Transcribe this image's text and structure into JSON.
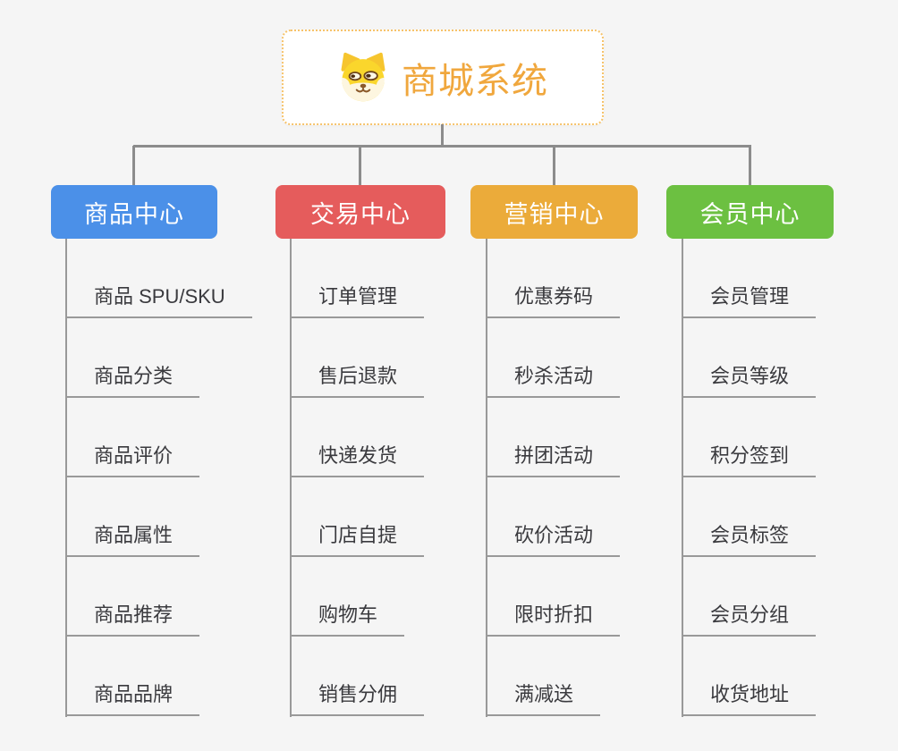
{
  "root": {
    "title": "商城系统",
    "icon": "dog-mascot-icon",
    "accent_color": "#f0a73d",
    "border_color": "#f6c36b"
  },
  "connector_color": "#8c8c8c",
  "branches": [
    {
      "label": "商品中心",
      "color": "#4b90e8",
      "items": [
        "商品 SPU/SKU",
        "商品分类",
        "商品评价",
        "商品属性",
        "商品推荐",
        "商品品牌"
      ]
    },
    {
      "label": "交易中心",
      "color": "#e55c5c",
      "items": [
        "订单管理",
        "售后退款",
        "快递发货",
        "门店自提",
        "购物车",
        "销售分佣"
      ]
    },
    {
      "label": "营销中心",
      "color": "#ebab3a",
      "items": [
        "优惠券码",
        "秒杀活动",
        "拼团活动",
        "砍价活动",
        "限时折扣",
        "满减送"
      ]
    },
    {
      "label": "会员中心",
      "color": "#6cc041",
      "items": [
        "会员管理",
        "会员等级",
        "积分签到",
        "会员标签",
        "会员分组",
        "收货地址"
      ]
    }
  ]
}
